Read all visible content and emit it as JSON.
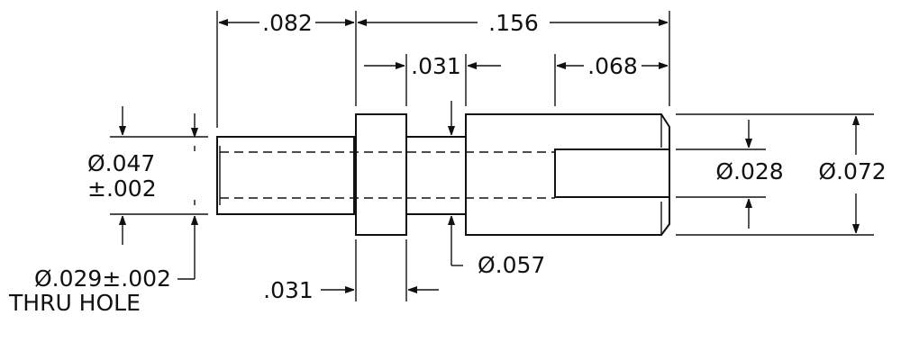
{
  "dimensions": {
    "top_left_length": ".082",
    "overall_length": ".156",
    "center_gap": ".031",
    "slot_length": ".068",
    "flange_thickness": ".031",
    "shank_diameter": "Ø.047",
    "shank_tolerance": "±.002",
    "neck_diameter": "Ø.057",
    "slot_diameter": "Ø.028",
    "body_diameter": "Ø.072"
  },
  "notes": {
    "hole_line1": "Ø.029±.002",
    "hole_line2": "THRU HOLE"
  }
}
